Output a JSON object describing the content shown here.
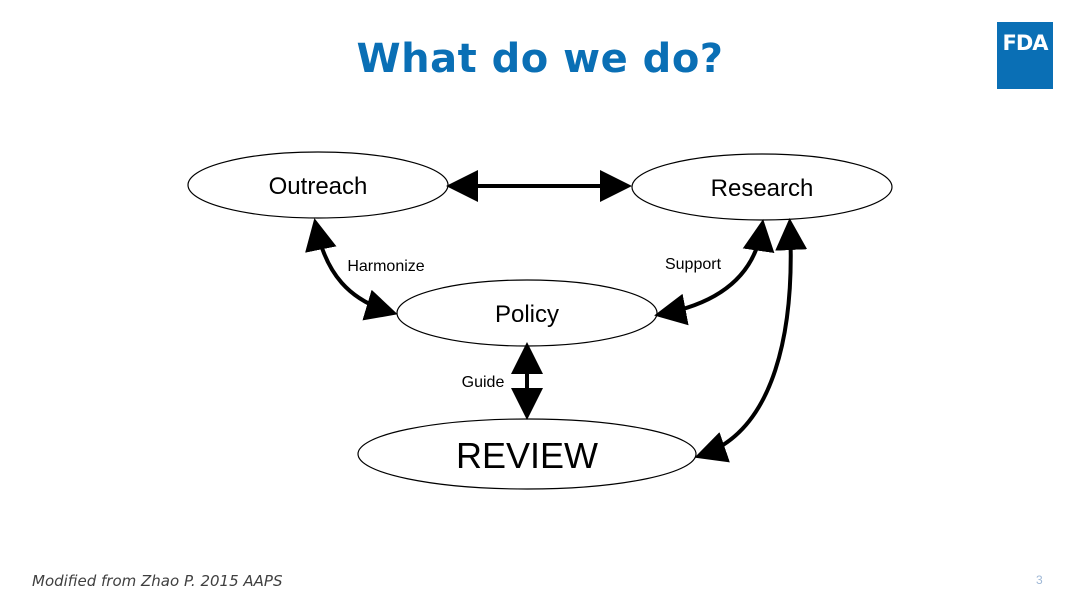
{
  "slide": {
    "title": "What do we do?",
    "citation": "Modified from Zhao P. 2015 AAPS",
    "page_number": "3"
  },
  "logo": {
    "text": "FDA",
    "color": "#0a6fb5"
  },
  "diagram": {
    "nodes": {
      "outreach": "Outreach",
      "research": "Research",
      "policy": "Policy",
      "review": "REVIEW"
    },
    "edge_labels": {
      "harmonize": "Harmonize",
      "support": "Support",
      "guide": "Guide"
    },
    "edges": [
      {
        "from": "Outreach",
        "to": "Research",
        "bidirectional": true
      },
      {
        "from": "Outreach",
        "to": "Policy",
        "label": "Harmonize",
        "bidirectional": true
      },
      {
        "from": "Research",
        "to": "Policy",
        "label": "Support",
        "bidirectional": true
      },
      {
        "from": "Policy",
        "to": "REVIEW",
        "label": "Guide",
        "bidirectional": true
      },
      {
        "from": "Research",
        "to": "REVIEW",
        "bidirectional": true
      }
    ]
  }
}
